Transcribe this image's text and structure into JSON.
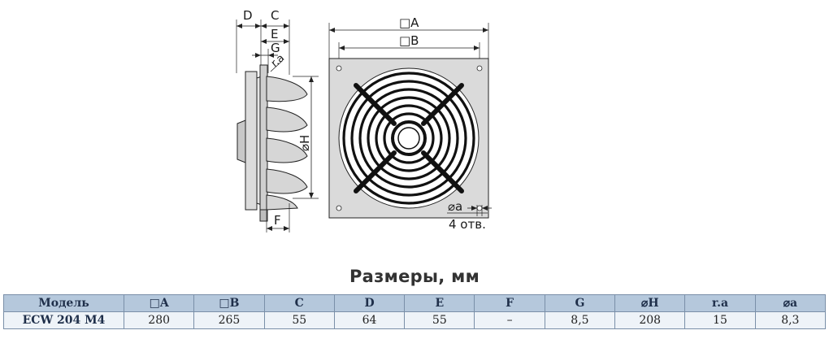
{
  "drawing": {
    "side_view_labels": {
      "D": "D",
      "C": "C",
      "E": "E",
      "G": "G",
      "ra": "r.a",
      "H": "⌀H",
      "F": "F"
    },
    "front_view_labels": {
      "A": "□A",
      "B": "□B",
      "a": "⌀a",
      "holes": "4 отв."
    }
  },
  "title": "Размеры, мм",
  "table": {
    "headers": [
      "Модель",
      "□A",
      "□B",
      "C",
      "D",
      "E",
      "F",
      "G",
      "⌀H",
      "r.a",
      "⌀a"
    ],
    "rows": [
      [
        "ECW 204 M4",
        "280",
        "265",
        "55",
        "64",
        "55",
        "–",
        "8,5",
        "208",
        "15",
        "8,3"
      ]
    ]
  },
  "colors": {
    "header_bg": "#b5c8dc",
    "cell_bg": "#eef3f8",
    "border": "#7a8fa8"
  }
}
